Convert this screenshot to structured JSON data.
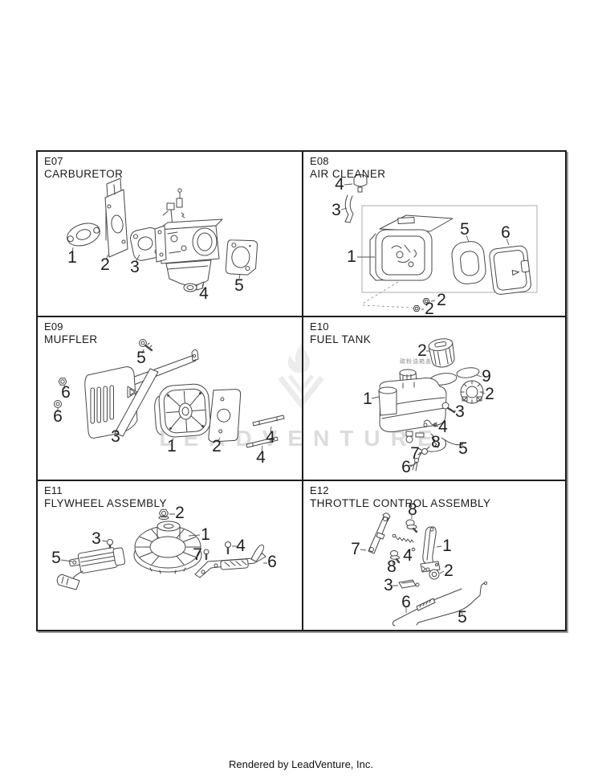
{
  "page": {
    "watermark": {
      "text": "LEADVENTURE",
      "logo_icon": "leadventure-flame-logo"
    },
    "footer": {
      "text": "Rendered by LeadVenture, Inc."
    }
  },
  "panels": [
    {
      "code": "E07",
      "title": "CARBURETOR",
      "callouts": [
        "1",
        "2",
        "3",
        "4",
        "5"
      ]
    },
    {
      "code": "E08",
      "title": "AIR CLEANER",
      "callouts": [
        "4",
        "3",
        "1",
        "5",
        "6",
        "2",
        "2"
      ]
    },
    {
      "code": "E09",
      "title": "MUFFLER",
      "callouts": [
        "5",
        "6",
        "6",
        "3",
        "1",
        "2",
        "4",
        "4"
      ]
    },
    {
      "code": "E10",
      "title": "FUEL TANK",
      "caption_cn": "碳粉油箱盖",
      "callouts": [
        "2",
        "9",
        "2",
        "1",
        "3",
        "4",
        "8",
        "5",
        "7",
        "6"
      ]
    },
    {
      "code": "E11",
      "title": "FLYWHEEL ASSEMBLY",
      "callouts": [
        "2",
        "1",
        "3",
        "5",
        "4",
        "7",
        "6"
      ]
    },
    {
      "code": "E12",
      "title": "THROTTLE CONTROL ASSEMBLY",
      "callouts": [
        "8",
        "7",
        "4",
        "8",
        "1",
        "2",
        "3",
        "6",
        "5"
      ]
    }
  ]
}
